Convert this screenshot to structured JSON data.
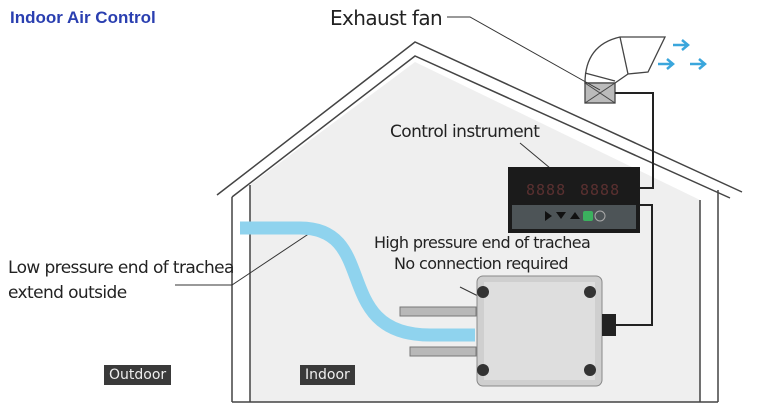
{
  "title": "Indoor Air Control",
  "labels": {
    "exhaust_fan": "Exhaust fan",
    "control_instrument": "Control instrument",
    "high_pressure_1": "High pressure end of trachea",
    "high_pressure_2": "No connection required",
    "low_pressure_1": "Low pressure end of trachea",
    "low_pressure_2": "extend outside",
    "outdoor": "Outdoor",
    "indoor": "Indoor"
  },
  "instrument": {
    "display_left": "8888",
    "display_right": "8888"
  },
  "colors": {
    "title": "#2a3fb0",
    "tube": "#8fd3ee",
    "arrow": "#3aa6dc",
    "house_interior": "#efefef"
  }
}
